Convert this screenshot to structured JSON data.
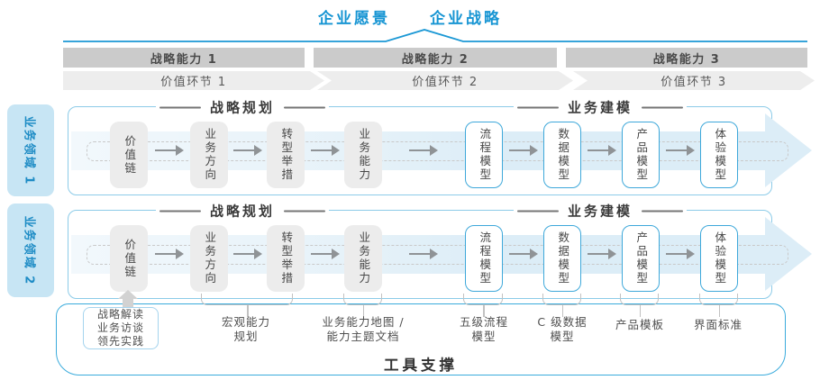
{
  "header": {
    "vision": "企业愿景",
    "strategy": "企业战略"
  },
  "strategic_capabilities": [
    {
      "label": "战略能力 1"
    },
    {
      "label": "战略能力 2"
    },
    {
      "label": "战略能力 3"
    }
  ],
  "value_links": [
    {
      "label": "价值环节 1"
    },
    {
      "label": "价值环节 2"
    },
    {
      "label": "价值环节 3"
    }
  ],
  "business_domains": [
    {
      "label": "业务领域 1"
    },
    {
      "label": "业务领域 2"
    }
  ],
  "row_sections": {
    "planning": "战略规划",
    "modeling": "业务建模"
  },
  "boxes": {
    "gray": [
      "价值链",
      "业务方向",
      "转型举措",
      "业务能力"
    ],
    "blue": [
      "流程模型",
      "数据模型",
      "产品模型",
      "体验模型"
    ]
  },
  "annotations": {
    "practice_box": "战略解读\n业务访谈\n领先实践",
    "items": [
      "宏观能力\n规划",
      "业务能力地图 /\n能力主题文档",
      "五级流程\n模型",
      "C 级数据\n模型",
      "产品模板",
      "界面标准"
    ]
  },
  "footer": {
    "tool_support": "工具支撑"
  },
  "colors": {
    "accent_blue": "#1795d3",
    "panel_border": "#8ccbe8",
    "band_blue": "#dcedf7",
    "bar_gray": "#cbcbcb"
  }
}
